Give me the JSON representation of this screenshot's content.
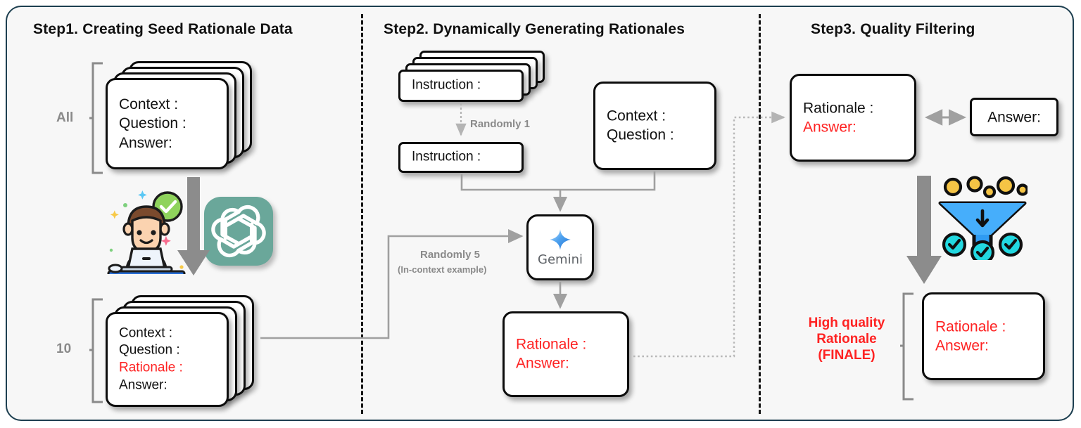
{
  "figure": {
    "title": "Rationale data generation pipeline",
    "frame_border_color": "#1d3f50",
    "background_color": "#f7f7f7",
    "accent_red": "#fe2222",
    "grey_wire": "#a0a0a0",
    "openai_green": "#6aa79a"
  },
  "steps": [
    {
      "id": "step1",
      "title": "Step1. Creating Seed Rationale Data"
    },
    {
      "id": "step2",
      "title": "Step2. Dynamically Generating Rationales"
    },
    {
      "id": "step3",
      "title": "Step3. Quality Filtering"
    }
  ],
  "step1": {
    "all_label": "All",
    "ten_label": "10",
    "seed_card": {
      "line1": "Context :",
      "line2": "Question :",
      "line3": "Answer:"
    },
    "rationale_card": {
      "line1": "Context :",
      "line2": "Question :",
      "line3": "Rationale :",
      "line4": "Answer:"
    },
    "icons": {
      "user": "person-at-laptop-icon",
      "model": "openai-logo-icon",
      "arrow": "down-arrow-icon"
    }
  },
  "step2": {
    "instruction_stack": {
      "line1": "Instruction :"
    },
    "instruction_single": {
      "line1": "Instruction :"
    },
    "context_card": {
      "line1": "Context :",
      "line2": "Question :"
    },
    "randomly_one_label": "Randomly 1",
    "randomly_five_label": "Randomly 5",
    "in_context_label": "(In-context example)",
    "model": {
      "name": "Gemini",
      "icon": "gemini-sparkle-icon"
    },
    "output_card": {
      "line1": "Rationale :",
      "line2": "Answer:"
    }
  },
  "step3": {
    "candidate_card": {
      "line1": "Rationale :",
      "line2": "Answer:"
    },
    "gold_card": {
      "line1": "Answer:"
    },
    "final_label": {
      "line1": "High quality",
      "line2": "Rationale",
      "line3": "(FINALE)"
    },
    "final_card": {
      "line1": "Rationale :",
      "line2": "Answer:"
    },
    "icons": {
      "filter": "funnel-filter-icon",
      "arrow": "down-arrow-icon",
      "compare": "double-headed-arrow-icon"
    }
  }
}
